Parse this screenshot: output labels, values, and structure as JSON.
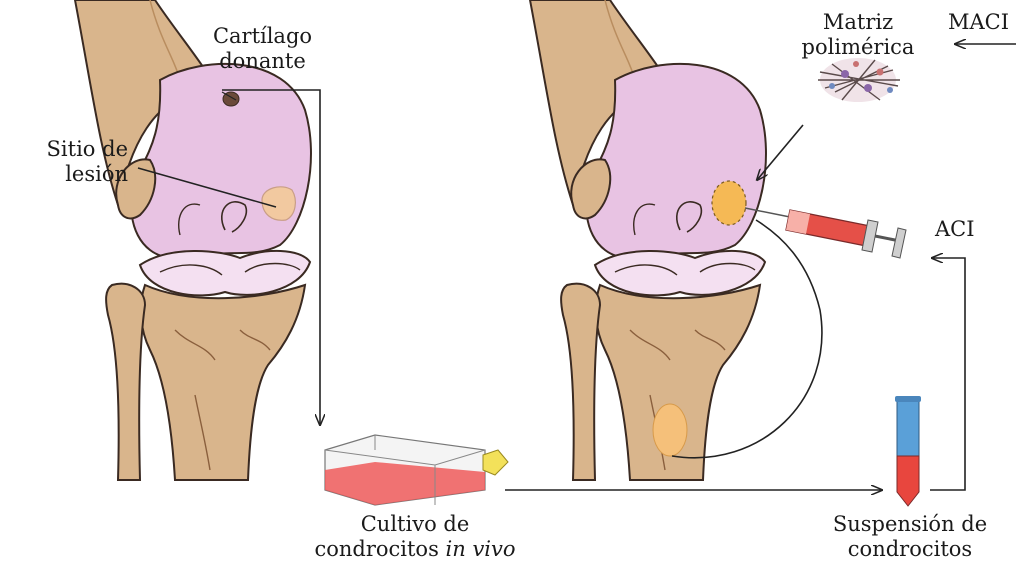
{
  "labels": {
    "donor_cartilage": [
      "Cartílago",
      "donante"
    ],
    "lesion_site": [
      "Sitio de",
      "lesión"
    ],
    "polymer_matrix": [
      "Matriz",
      "polimérica"
    ],
    "maci": "MACI",
    "aci": "ACI",
    "culture_line1": "Cultivo de",
    "culture_line2_plain": "condrocitos ",
    "culture_line2_italic": "in vivo",
    "suspension": [
      "Suspensión de",
      "condrocitos"
    ]
  },
  "colors": {
    "bone": "#d9b58c",
    "bone_dark": "#b98d5f",
    "cartilage": "#e8c3e3",
    "cartilage_light": "#f4e0f1",
    "outline": "#3a2a22",
    "lesion": "#f2c9a0",
    "graft": "#f5b955",
    "syringe_red": "#e55048",
    "culture_red": "#ef5a5a",
    "tube_blue": "#5aa0d8",
    "cap_yellow": "#f3e15a",
    "arrow": "#222222"
  },
  "icons": [
    "left-knee-illustration",
    "right-knee-illustration",
    "culture-flask-icon",
    "polymer-matrix-icon",
    "syringe-icon",
    "test-tube-icon",
    "cartilage-graft-icon"
  ]
}
